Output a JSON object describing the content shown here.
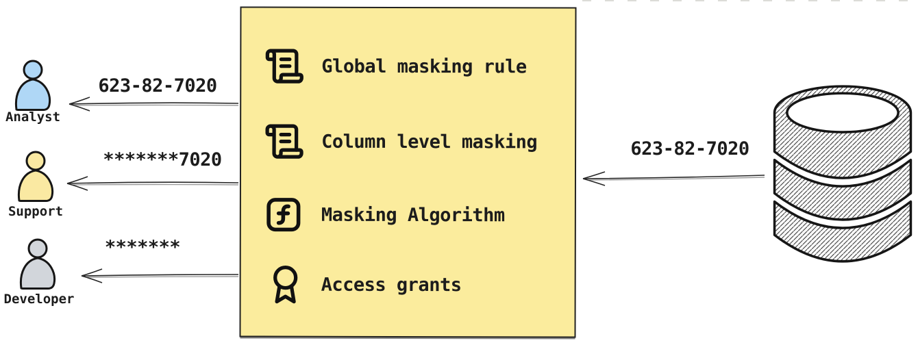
{
  "diagram": {
    "title_none": "",
    "actors": [
      {
        "name": "Analyst",
        "icon": "person-icon",
        "fill_color": "#AFD7F6",
        "received_value": "623-82-7020"
      },
      {
        "name": "Support",
        "icon": "person-icon",
        "fill_color": "#FAE9A2",
        "received_value": "*******7020"
      },
      {
        "name": "Developer",
        "icon": "person-icon",
        "fill_color": "#D2D6DB",
        "received_value": "*******"
      }
    ],
    "masking_box": {
      "background_color": "#FBEC9D",
      "border_color": "#222222",
      "items": [
        {
          "icon": "scroll-text-icon",
          "label": "Global masking rule"
        },
        {
          "icon": "scroll-text-icon",
          "label": "Column level masking"
        },
        {
          "icon": "function-square-icon",
          "label": "Masking Algorithm"
        },
        {
          "icon": "award-icon",
          "label": "Access grants"
        }
      ]
    },
    "database": {
      "icon": "database-icon",
      "outgoing_value": "623-82-7020",
      "hatch_color": "#3f3f3f"
    },
    "ink_color": "#1c1c1c"
  }
}
